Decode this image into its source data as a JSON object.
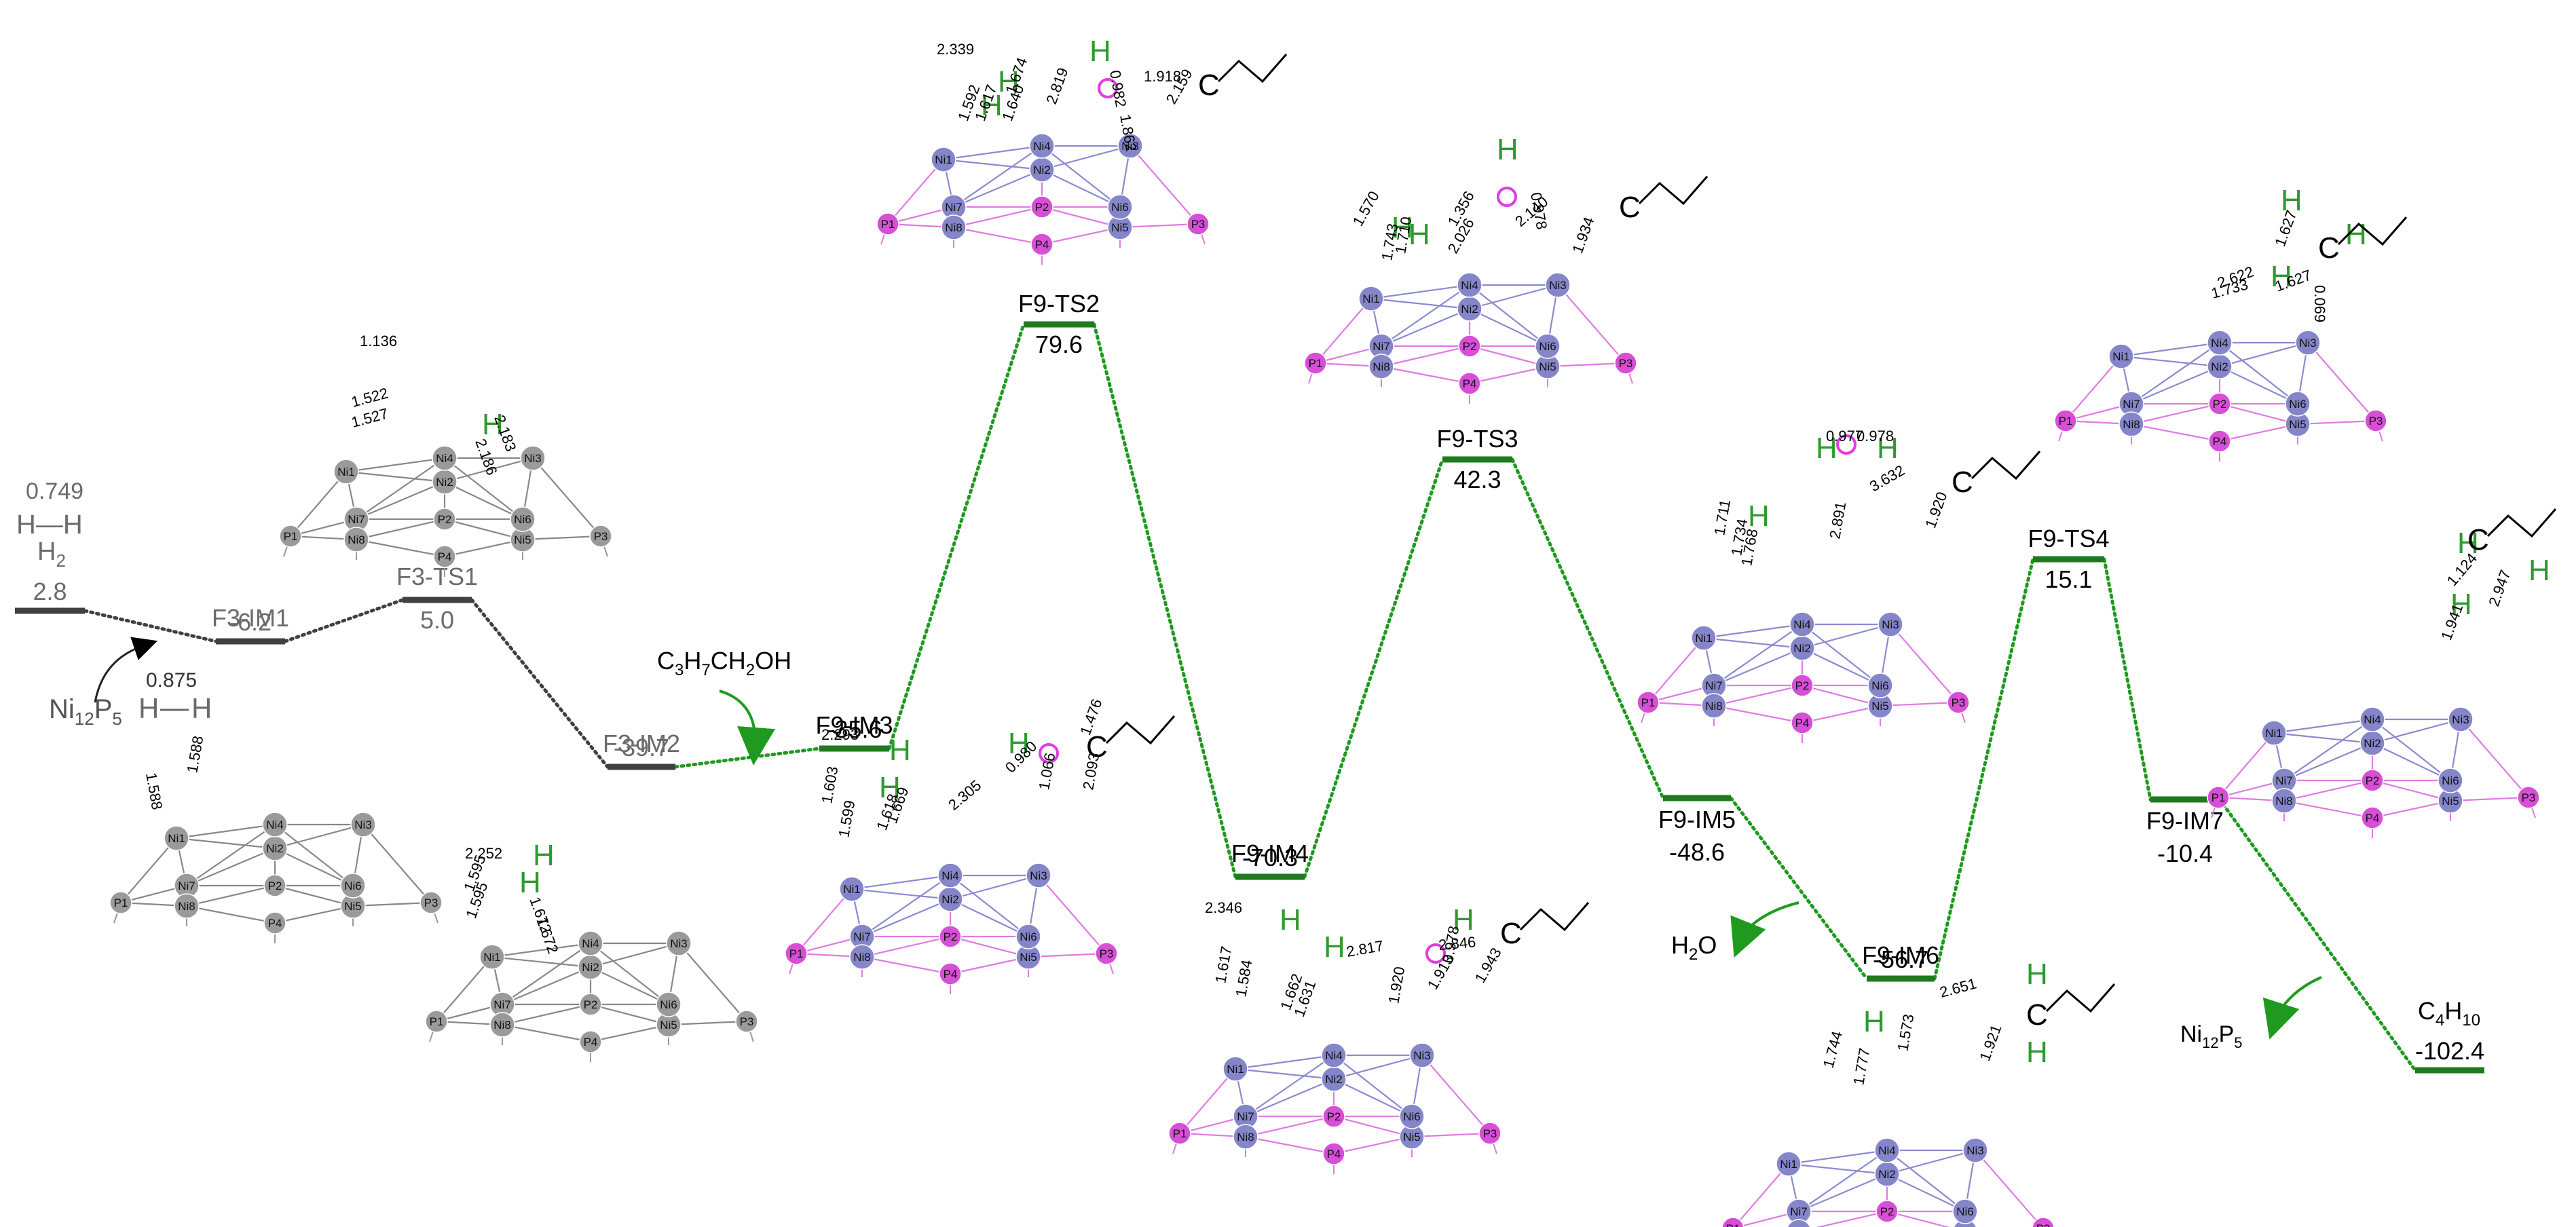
{
  "levels": [
    {
      "id": "h2",
      "name": "",
      "energy": "2.8",
      "color": "#404040",
      "label_color": "#6b6b6b"
    },
    {
      "id": "f3im1",
      "name": "F3-IM1",
      "energy": "-6.2",
      "color": "#404040",
      "label_color": "#6b6b6b"
    },
    {
      "id": "f3ts1",
      "name": "F3-TS1",
      "energy": "5.0",
      "color": "#404040",
      "label_color": "#6b6b6b"
    },
    {
      "id": "f3im2",
      "name": "F3-IM2",
      "energy": "-39.7",
      "color": "#404040",
      "label_color": "#6b6b6b"
    },
    {
      "id": "f9im3",
      "name": "F9-IM3",
      "energy": "-35.6",
      "color": "#1f7a1f",
      "label_color": "#000000"
    },
    {
      "id": "f9ts2",
      "name": "F9-TS2",
      "energy": "79.6",
      "color": "#1f7a1f",
      "label_color": "#000000"
    },
    {
      "id": "f9im4",
      "name": "F9-IM4",
      "energy": "-70.3",
      "color": "#1f7a1f",
      "label_color": "#000000"
    },
    {
      "id": "f9ts3",
      "name": "F9-TS3",
      "energy": "42.3",
      "color": "#1f7a1f",
      "label_color": "#000000"
    },
    {
      "id": "f9im5",
      "name": "F9-IM5",
      "energy": "-48.6",
      "color": "#1f7a1f",
      "label_color": "#000000"
    },
    {
      "id": "f9im6",
      "name": "F9-IM6",
      "energy": "-56.7",
      "color": "#1f7a1f",
      "label_color": "#000000"
    },
    {
      "id": "f9ts4",
      "name": "F9-TS4",
      "energy": "15.1",
      "color": "#1f7a1f",
      "label_color": "#000000"
    },
    {
      "id": "f9im7",
      "name": "F9-IM7",
      "energy": "-10.4",
      "color": "#1f7a1f",
      "label_color": "#000000"
    },
    {
      "id": "c4h10",
      "name": "",
      "energy": "-102.4",
      "color": "#1f7a1f",
      "label_color": "#000000"
    }
  ],
  "species": {
    "h2_bond": "0.749",
    "h2_molecule": "H—H",
    "h2_label": "H",
    "h2_sub": "2",
    "cat_label": "Ni",
    "cat_sub1": "12",
    "cat_p": "P",
    "cat_sub2": "5",
    "hh_bond": "0.875",
    "propanol_c3h7": "C",
    "propanol_3": "3",
    "propanol_h": "H",
    "propanol_7": "7",
    "propanol_ch2oh": "CH",
    "propanol_2": "2",
    "propanol_oh": "OH",
    "water": "H",
    "water_sub": "2",
    "water_o": "O",
    "product_c": "C",
    "product_4": "4",
    "product_h": "H",
    "product_10": "10",
    "release_cat": "Ni",
    "release_12": "12",
    "release_p": "P",
    "release_5": "5"
  },
  "atoms": {
    "ni": [
      "Ni1",
      "Ni2",
      "Ni3",
      "Ni4",
      "Ni5",
      "Ni6",
      "Ni7",
      "Ni8"
    ],
    "p": [
      "P1",
      "P2",
      "P3",
      "P4"
    ],
    "h": "H",
    "c": "C",
    "o": "O"
  },
  "bond_lengths": {
    "ni12p5_h2": [
      "1.588",
      "1.588"
    ],
    "f3ts1": [
      "1.136",
      "1.522",
      "1.527",
      "2.183",
      "2.186"
    ],
    "f3im2": [
      "2.252",
      "1.595",
      "1.595",
      "1.672",
      "1.672"
    ],
    "f9ts2": [
      "2.339",
      "1.592",
      "1.617",
      "1.674",
      "1.640",
      "2.819",
      "0.982",
      "1.918",
      "1.862",
      "2.159"
    ],
    "f9ts3": [
      "1.570",
      "1.743",
      "1.710",
      "1.356",
      "2.026",
      "0.978",
      "2.140",
      "1.934"
    ],
    "f9ts4": [
      "2.622",
      "1.733",
      "1.627",
      "1.627",
      "0.069"
    ],
    "f9im3": [
      "2.293",
      "1.603",
      "1.599",
      "1.669",
      "1.618",
      "2.305",
      "0.980",
      "1.476",
      "1.066",
      "2.093"
    ],
    "f9im4": [
      "2.346",
      "1.617",
      "1.584",
      "1.662",
      "1.631",
      "2.817",
      "0.978",
      "1.920",
      "2.846",
      "1.913",
      "1.943"
    ],
    "f9im5": [
      "0.977",
      "0.978",
      "1.711",
      "1.734",
      "1.768",
      "2.891",
      "3.632",
      "1.920"
    ],
    "f9im6": [
      "2.651",
      "1.744",
      "1.777",
      "1.573",
      "1.921"
    ],
    "f9im7": [
      "1.124",
      "2.947",
      "1.941"
    ]
  },
  "colors": {
    "ni_ball": "#8585c9",
    "p_ball": "#d64fd6",
    "grey_ball": "#9a9a9a",
    "h_text": "#2e9a2e",
    "o_ring": "#e23be2",
    "path_grey": "#404040",
    "path_green": "#1f9a1f"
  }
}
